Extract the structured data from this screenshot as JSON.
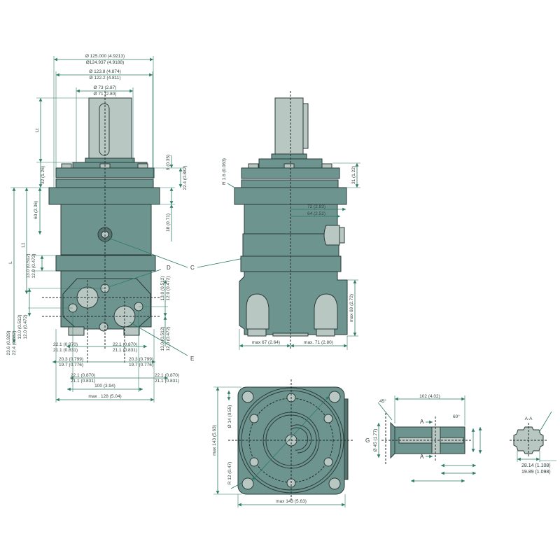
{
  "colors": {
    "body": "#6e9490",
    "shaft": "#b9c7c3",
    "dimension": "#2e7b68",
    "outline": "#2b3b39"
  },
  "front_view": {
    "dia_pilot_max": "Ø 125.000 (4.9213)",
    "dia_pilot_min": "Ø124.937 (4.9188)",
    "dia_flange_max": "Ø 123.8 (4.874)",
    "dia_flange_min": "Ø 122.2 (4.811)",
    "dia_boss_max": "Ø 73 (2.87)",
    "dia_boss_min": "Ø 71 (2.80)",
    "shaft_length": "Lt",
    "dim_32": "32 (1.26)",
    "dim_9": "9 (0.35)",
    "dim_22_4": "22.4 (0.882)",
    "dim_60": "60 (2.36)",
    "dim_18": "18 (0.71)",
    "length_L": "L",
    "length_L1": "L1",
    "dim_13_a": "13.0 (0.512)",
    "dim_12_a": "12.0 (0.472)",
    "dim_13_b": "13.0 (0.512)",
    "dim_12_b": "12.0 (0.472)",
    "dim_13_c": "13.0 (0.512)",
    "dim_12_c": "12.0 (0.472)",
    "dim_13_d": "13.0 (0.512)",
    "dim_12_d": "12.0 (0.472)",
    "dim_23_6": "23.6 (0.929)",
    "dim_22_4b": "22.4 (0.882)",
    "row1_left_max": "22.1 (0.870)",
    "row1_left_min": "21.1 (0.831)",
    "row1_right_max": "22.1 (0.870)",
    "row1_right_min": "21.1 (0.831)",
    "row2_left_max": "20.3 (0.799)",
    "row2_left_min": "19.7 (0.776)",
    "row2_right_max": "20.3 (0.799)",
    "row2_right_min": "19.7 (0.776)",
    "row3_left_max": "22.1 (0.870)",
    "row3_left_min": "21.1 (0.831)",
    "row3_right_max": "22.1 (0.870)",
    "row3_right_min": "21.1 (0.831)",
    "dim_100": "100 (3.94)",
    "dim_max128": "max . 128 (5.04)",
    "label_c": "C",
    "label_d": "D",
    "label_e": "E"
  },
  "side_view": {
    "radius": "R 1.6 (0.063)",
    "dim_31": "31 (1.22)",
    "dim_72": "72 (2.83)",
    "dim_64": "64 (2.52)",
    "dim_max69": "max 69 (2.72)",
    "dim_max67": "max 67 (2.64)",
    "dim_max71": "max. 71 (2.80)"
  },
  "bottom_view": {
    "dim_max143_v": "max 143 (5.63)",
    "dim_dia14": "Ø 14 (0.55)",
    "dim_r12": "R 12 (0.47)",
    "dim_max143_h": "max 143 (5.63)"
  },
  "shaft_detail": {
    "angle_45": "45°",
    "angle_60": "60°",
    "dim_102": "102 (4.02)",
    "dim_dia45": "Ø 45 (1.77)",
    "label_g": "G",
    "section_a_top": "A",
    "section_a_bottom": "A"
  },
  "section_aa": {
    "title": "A-A",
    "dim_max": "28.14 (1.108)",
    "dim_min": "19.89 (1.098)"
  }
}
